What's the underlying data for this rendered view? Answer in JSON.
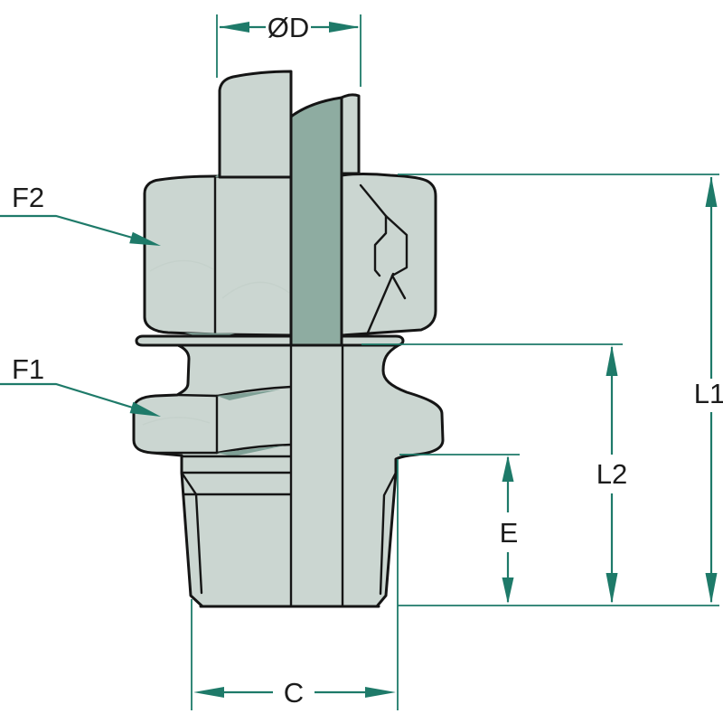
{
  "diagram": {
    "labels": {
      "od": "ØD",
      "f2": "F2",
      "f1": "F1",
      "l1": "L1",
      "l2": "L2",
      "e": "E",
      "c": "C"
    },
    "colors": {
      "dimension_teal": "#1e7a69",
      "body_light": "#cbd6d1",
      "section_dark": "#8eaca1",
      "chamfer_shade": "#7fa096",
      "outline_ink": "#151515",
      "label_text": "#1c1c1c",
      "background": "#ffffff"
    }
  }
}
